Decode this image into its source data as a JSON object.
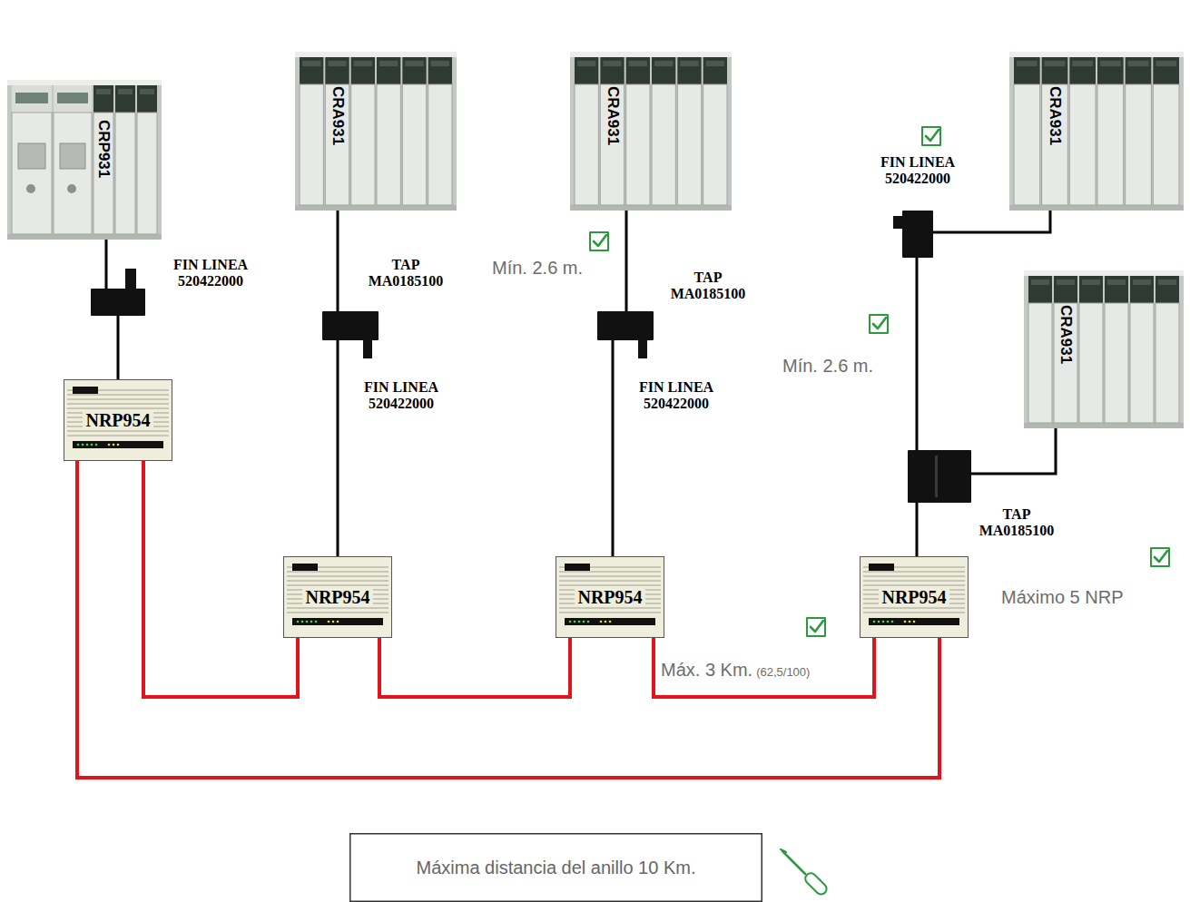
{
  "diagram": {
    "nodes": [
      {
        "text": [
          "CRP931"
        ]
      },
      {
        "text": [
          "CRA931"
        ]
      },
      {
        "text": [
          "CRA931"
        ]
      },
      {
        "text": [
          "CRA931"
        ]
      },
      {
        "text": [
          "CRA931"
        ]
      },
      {
        "text": [
          "FIN LINEA 520422000"
        ]
      },
      {
        "text": [
          "TAP MA0185100"
        ]
      },
      {
        "text": [
          "TAP MA0185100"
        ]
      },
      {
        "text": [
          "FIN LINEA 520422000"
        ]
      },
      {
        "text": [
          "TAP MA0185100"
        ]
      },
      {
        "text": [
          "NRP954"
        ]
      },
      {
        "text": [
          "NRP954"
        ]
      },
      {
        "text": [
          "NRP954"
        ]
      },
      {
        "text": [
          "NRP954"
        ]
      },
      {
        "text": [
          "Máxima distancia del anillo 10 Km."
        ]
      }
    ],
    "edges": [
      {
        "from": 0,
        "to": 5,
        "arrow": "none"
      },
      {
        "from": 5,
        "to": 10,
        "arrow": "none"
      },
      {
        "from": 1,
        "to": 6,
        "arrow": "none"
      },
      {
        "from": 6,
        "to": 11,
        "arrow": "none"
      },
      {
        "from": 2,
        "to": 7,
        "arrow": "none"
      },
      {
        "from": 7,
        "to": 12,
        "arrow": "none"
      },
      {
        "from": 3,
        "to": 8,
        "arrow": "none"
      },
      {
        "from": 8,
        "to": 9,
        "arrow": "none"
      },
      {
        "from": 4,
        "to": 9,
        "arrow": "none"
      },
      {
        "from": 9,
        "to": 13,
        "arrow": "none"
      },
      {
        "from": 10,
        "to": 11,
        "arrow": "none"
      },
      {
        "from": 11,
        "to": 12,
        "arrow": "none"
      },
      {
        "from": 12,
        "to": 13,
        "arrow": "none"
      },
      {
        "from": 13,
        "to": 10,
        "arrow": "none"
      }
    ],
    "labels": [
      "FIN LINEA 520422000",
      "FIN LINEA 520422000",
      "Mín. 2.6 m.",
      "Mín. 2.6 m.",
      "Máx. 3 Km.",
      "(62,5/100)",
      "Máximo 5 NRP"
    ]
  }
}
